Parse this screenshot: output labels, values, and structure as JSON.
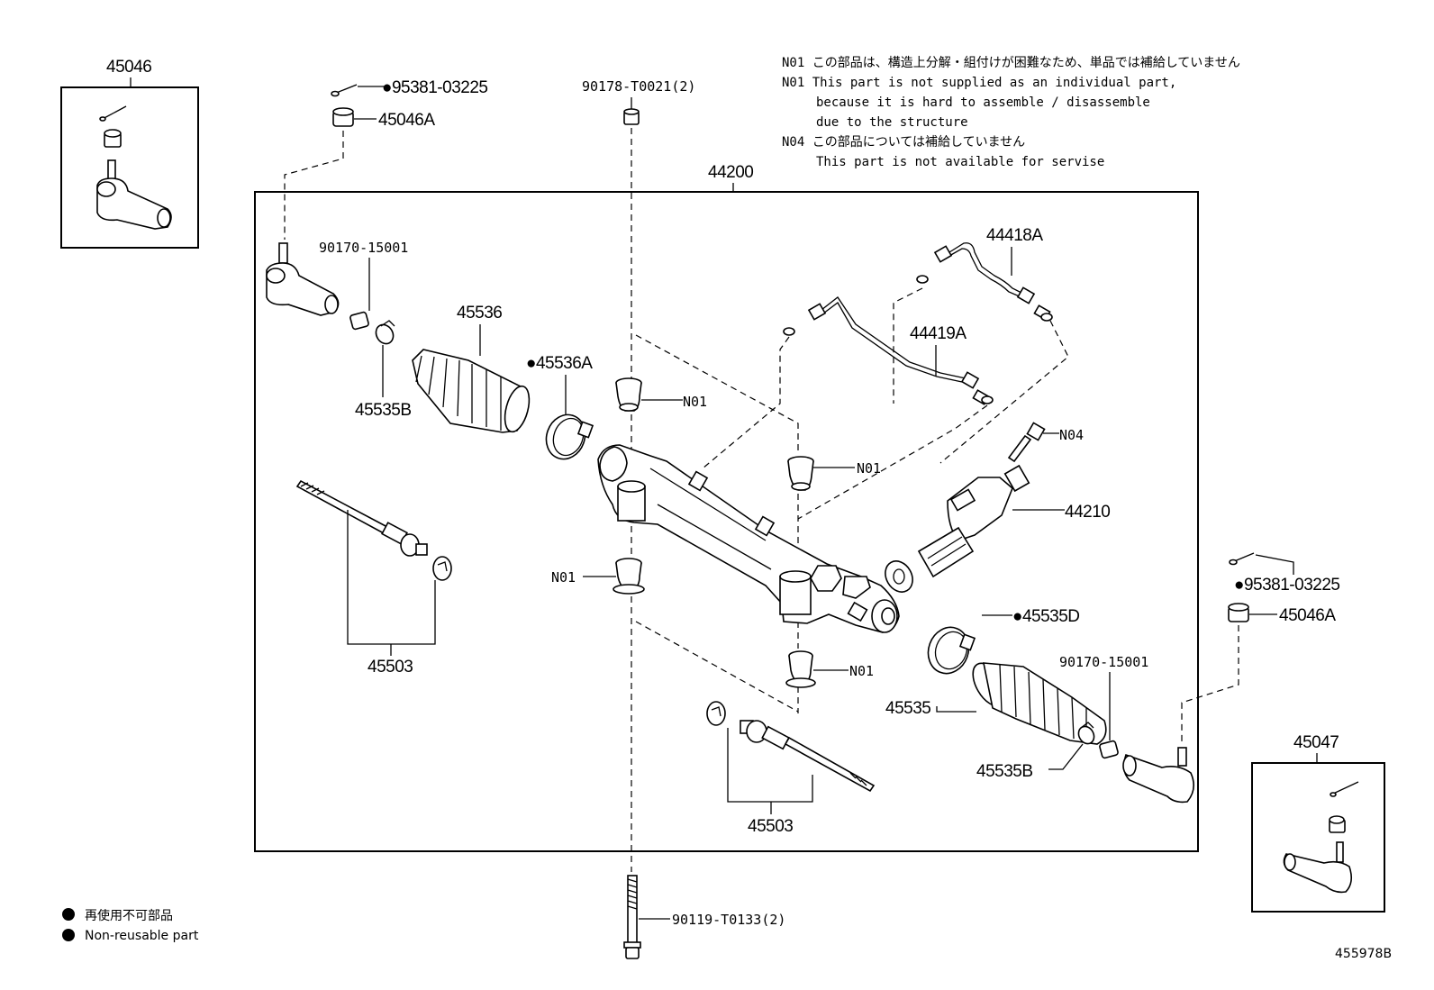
{
  "notes": {
    "n01_jp": "N01 この部品は、構造上分解・組付けが困難なため、単品では補給していません",
    "n01_en_1": "N01 This part is not supplied as an individual part,",
    "n01_en_2": "because it is hard to assemble / disassemble",
    "n01_en_3": "due to the structure",
    "n04_jp": "N04 この部品については補給していません",
    "n04_en": "This part is not available for servise"
  },
  "legend": {
    "jp": "再使用不可部品",
    "en": "Non-reusable part"
  },
  "diagram_id": "455978B",
  "labels": {
    "p45046": "45046",
    "p95381_left": "●95381-03225",
    "p45046A_left": "45046A",
    "p90178": "90178-T0021(2)",
    "p44200": "44200",
    "p90170_left": "90170-15001",
    "p45536": "45536",
    "p45536A": "●45536A",
    "p45535B_left": "45535B",
    "p44418A": "44418A",
    "p44419A": "44419A",
    "n01_a": "N01",
    "n01_b": "N01",
    "n01_c": "N01",
    "n01_d": "N01",
    "n04": "N04",
    "p44210": "44210",
    "p45503_left": "45503",
    "p95381_right": "●95381-03225",
    "p45046A_right": "45046A",
    "p45535D": "●45535D",
    "p90170_right": "90170-15001",
    "p45535": "45535",
    "p45535B_right": "45535B",
    "p45503_right": "45503",
    "p45047": "45047",
    "p90119": "90119-T0133(2)"
  }
}
